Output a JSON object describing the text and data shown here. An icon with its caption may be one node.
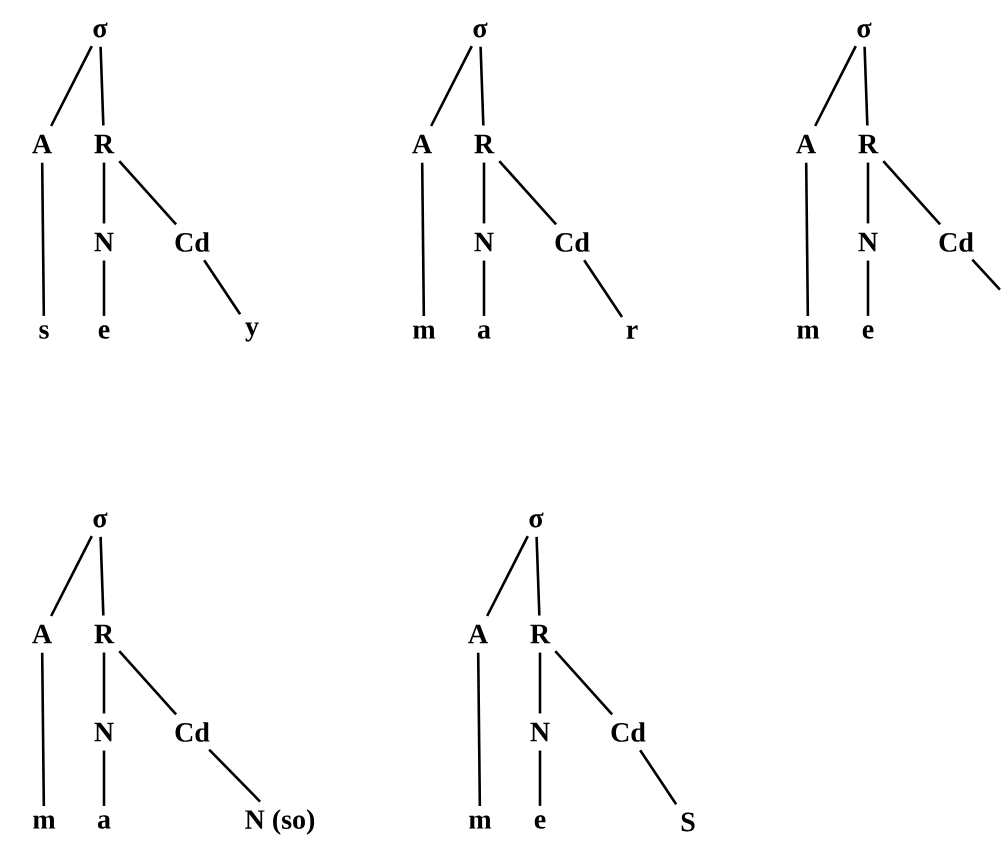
{
  "diagram": {
    "nodes": [
      {
        "text": [
          "σ"
        ]
      },
      {
        "text": [
          "A"
        ]
      },
      {
        "text": [
          "R"
        ]
      },
      {
        "text": [
          "N"
        ]
      },
      {
        "text": [
          "Cd"
        ]
      },
      {
        "text": [
          "s"
        ]
      },
      {
        "text": [
          "e"
        ]
      },
      {
        "text": [
          "y"
        ]
      },
      {
        "text": [
          "σ"
        ]
      },
      {
        "text": [
          "A"
        ]
      },
      {
        "text": [
          "R"
        ]
      },
      {
        "text": [
          "N"
        ]
      },
      {
        "text": [
          "Cd"
        ]
      },
      {
        "text": [
          "m"
        ]
      },
      {
        "text": [
          "a"
        ]
      },
      {
        "text": [
          "r"
        ]
      },
      {
        "text": [
          "σ"
        ]
      },
      {
        "text": [
          "A"
        ]
      },
      {
        "text": [
          "R"
        ]
      },
      {
        "text": [
          "N"
        ]
      },
      {
        "text": [
          "Cd"
        ]
      },
      {
        "text": [
          "m"
        ]
      },
      {
        "text": [
          "e"
        ]
      },
      {
        "text": [
          "σ"
        ]
      },
      {
        "text": [
          "A"
        ]
      },
      {
        "text": [
          "R"
        ]
      },
      {
        "text": [
          "N"
        ]
      },
      {
        "text": [
          "Cd"
        ]
      },
      {
        "text": [
          "m"
        ]
      },
      {
        "text": [
          "a"
        ]
      },
      {
        "text": [
          "N (so)"
        ]
      },
      {
        "text": [
          "σ"
        ]
      },
      {
        "text": [
          "A"
        ]
      },
      {
        "text": [
          "R"
        ]
      },
      {
        "text": [
          "N"
        ]
      },
      {
        "text": [
          "Cd"
        ]
      },
      {
        "text": [
          "m"
        ]
      },
      {
        "text": [
          "e"
        ]
      },
      {
        "text": [
          "S"
        ]
      }
    ],
    "edges": [
      {
        "from": 0,
        "to": 1,
        "arrow": "none"
      },
      {
        "from": 0,
        "to": 2,
        "arrow": "none"
      },
      {
        "from": 1,
        "to": 5,
        "arrow": "none"
      },
      {
        "from": 2,
        "to": 3,
        "arrow": "none"
      },
      {
        "from": 2,
        "to": 4,
        "arrow": "none"
      },
      {
        "from": 3,
        "to": 6,
        "arrow": "none"
      },
      {
        "from": 4,
        "to": 7,
        "arrow": "none"
      },
      {
        "from": 8,
        "to": 9,
        "arrow": "none"
      },
      {
        "from": 8,
        "to": 10,
        "arrow": "none"
      },
      {
        "from": 9,
        "to": 13,
        "arrow": "none"
      },
      {
        "from": 10,
        "to": 11,
        "arrow": "none"
      },
      {
        "from": 10,
        "to": 12,
        "arrow": "none"
      },
      {
        "from": 11,
        "to": 14,
        "arrow": "none"
      },
      {
        "from": 12,
        "to": 15,
        "arrow": "none"
      },
      {
        "from": 16,
        "to": 17,
        "arrow": "none"
      },
      {
        "from": 16,
        "to": 18,
        "arrow": "none"
      },
      {
        "from": 17,
        "to": 21,
        "arrow": "none"
      },
      {
        "from": 18,
        "to": 19,
        "arrow": "none"
      },
      {
        "from": 18,
        "to": 20,
        "arrow": "none"
      },
      {
        "from": 19,
        "to": 22,
        "arrow": "none"
      },
      {
        "from": 20,
        "to": null,
        "arrow": "none"
      },
      {
        "from": 23,
        "to": 24,
        "arrow": "none"
      },
      {
        "from": 23,
        "to": 25,
        "arrow": "none"
      },
      {
        "from": 24,
        "to": 28,
        "arrow": "none"
      },
      {
        "from": 25,
        "to": 26,
        "arrow": "none"
      },
      {
        "from": 25,
        "to": 27,
        "arrow": "none"
      },
      {
        "from": 26,
        "to": 29,
        "arrow": "none"
      },
      {
        "from": 27,
        "to": 30,
        "arrow": "none"
      },
      {
        "from": 31,
        "to": 32,
        "arrow": "none"
      },
      {
        "from": 31,
        "to": 33,
        "arrow": "none"
      },
      {
        "from": 32,
        "to": 36,
        "arrow": "none"
      },
      {
        "from": 33,
        "to": 34,
        "arrow": "none"
      },
      {
        "from": 33,
        "to": 35,
        "arrow": "none"
      },
      {
        "from": 34,
        "to": 37,
        "arrow": "none"
      },
      {
        "from": 35,
        "to": 38,
        "arrow": "none"
      }
    ]
  }
}
